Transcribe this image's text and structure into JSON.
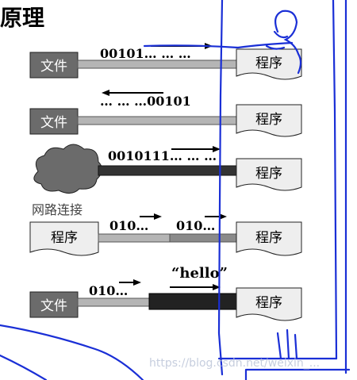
{
  "title_fragment": "原理",
  "rows": [
    {
      "source_label": "文件",
      "target_label": "程序",
      "data_text": "00101… … …"
    },
    {
      "source_label": "文件",
      "target_label": "程序",
      "data_text": "… … …00101"
    },
    {
      "source_label": "",
      "target_label": "程序",
      "data_text": "0010111… … …"
    },
    {
      "source_label": "程序",
      "target_label": "程序",
      "data_text_left": "010…",
      "data_text_right": "010…"
    },
    {
      "source_label": "文件",
      "target_label": "程序",
      "data_text_left": "010…",
      "data_text_right": "“hello”"
    }
  ],
  "network_label": "网路连接",
  "watermark": "https://blog.csdn.net/weixin_..."
}
